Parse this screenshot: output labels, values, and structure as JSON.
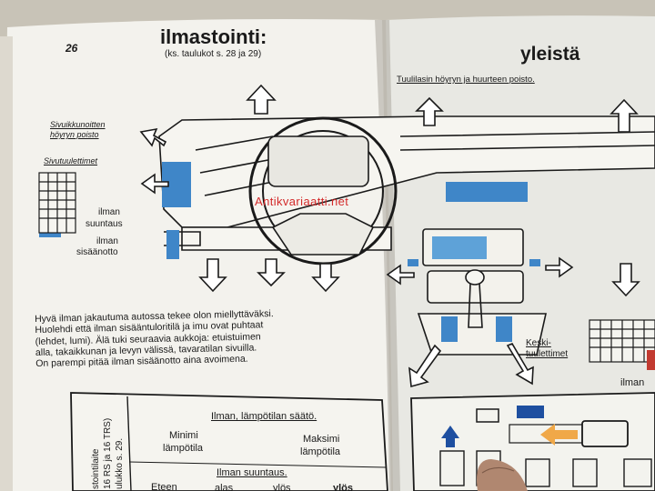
{
  "page": {
    "page_number": "26",
    "title": "ilmastointi:",
    "subtitle": "(ks. taulukot s. 28 ja 29)",
    "right_title": "yleistä",
    "windshield_label": "Tuulilasin höyryn ja huurteen poisto.",
    "side_window_label_line1": "Sivuikkunoitten",
    "side_window_label_line2": "höyryn poisto",
    "side_vents_label": "Sivutuulettimet",
    "air_direction_line1": "ilman",
    "air_direction_line2": "suuntaus",
    "air_intake_line1": "ilman",
    "air_intake_line2": "sisäänotto",
    "center_vents_line1": "Keski-",
    "center_vents_line2": "tuulettimet",
    "right_edge_label": "ilman",
    "watermark": "Antikvariaatti.net",
    "body_text": [
      "Hyvä ilman jakautuma autossa tekee olon miellyttäväksi.",
      "Huolehdi että ilman sisääntuloritilä ja imu ovat puhtaat",
      "(lehdet, lumi). Älä tuki seuraavia aukkoja: etuistuimen",
      "alla, takaikkunan ja levyn välissä, tavaratilan sivuilla.",
      "On parempi pitää ilman sisäänotto aina avoimena."
    ],
    "table": {
      "heading": "Ilman, lämpötilan säätö.",
      "min_line1": "Minimi",
      "min_line2": "lämpötila",
      "max_line1": "Maksimi",
      "max_line2": "lämpötila",
      "direction_heading": "Ilman suuntaus.",
      "bottom_labels": [
        "Eteen",
        "alas",
        "ylös",
        "ylös"
      ],
      "side_text": [
        "stointilaite",
        "16 RS ja 16 TRS)",
        "ulukko s. 29."
      ]
    }
  },
  "colors": {
    "paper": "#f4f3ee",
    "paper_right": "#e9e9e4",
    "ink": "#1a1a1a",
    "vent_blue": "#3f86c8",
    "watermark_red": "#d32a2a",
    "heater_orange": "#f0a848",
    "dark_blue": "#1e4fa0"
  }
}
